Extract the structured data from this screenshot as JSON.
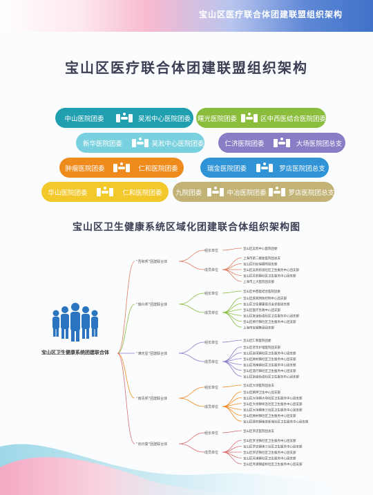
{
  "header": {
    "title": "宝山区医疗联合体团建联盟组织架构"
  },
  "main_title": "宝山区医疗联合体团建联盟组织架构",
  "alliances": [
    {
      "left": "中山医院团委",
      "right": "吴淞中心医院团委",
      "color": "#1f9fb0"
    },
    {
      "left": "曙光医院团委",
      "right": "区中西医结合医院团委",
      "color": "#8bbd3d"
    },
    {
      "left": "新华医院团委",
      "right": "吴淞中心医院团委",
      "color": "#79d0de"
    },
    {
      "left": "仁济医院团委",
      "right": "大场医院团总支",
      "color": "#8a7cc5"
    },
    {
      "left": "肿瘤医院团委",
      "right": "仁和医院团委",
      "color": "#ef8a1c"
    },
    {
      "left": "瑞金医院团委",
      "right": "罗店医院团总支",
      "color": "#2f93d6"
    },
    {
      "left": "华山医院团委",
      "right": "仁和医院团委",
      "color": "#f3c82a"
    },
    {
      "left": "九院团委",
      "middle": "中冶医院团委",
      "right": "罗店医院团总支",
      "color": "#c3b275"
    }
  ],
  "sub_title": "宝山区卫生健康系统区域化团建联合体组织架构图",
  "mindmap": {
    "root": "宝山区卫生健康系统团建联合体",
    "groups": [
      {
        "name": "“吾和邦”团建联合体",
        "lead_label": "组长单位",
        "lead": "宝山区吴淞中心医院团委",
        "member_label": "成员单位",
        "members": [
          "上海市第二康复医院团总支",
          "宝山区妇幼保健所团支部",
          "宝山区吴淞街道社区卫生服务中心团支部",
          "宝山区吴淞镇社区卫生服务中心团支部",
          "上海市上大医院团支部"
        ]
      },
      {
        "name": "“瑞众邦”团建联合体",
        "lead_label": "组长单位",
        "lead": "宝山区中西医结合医院团委",
        "member_label": "成员单位",
        "members": [
          "宝山区疾病预防控制中心团支部",
          "宝山区卫生健康委员会党委团支部",
          "宝山区医疗急救中心团支部",
          "宝山区友谊街道社区卫生服务中心团支部",
          "宝山区杨行镇社区卫生服务中心团支部",
          "上海市宝钢集团团支部"
        ]
      },
      {
        "name": "“满天星”团建联合体",
        "lead_label": "组长单位",
        "lead": "宝山区仁和医院团委",
        "member_label": "成员单位",
        "members": [
          "宝山区老年护理医院团支部",
          "宝山区高境镇社区卫生服务中心团支部",
          "宝山区顾村镇社区卫生服务中心团支部",
          "宝山区淞南镇社区卫生服务中心团支部",
          "宝山区庙行镇社区卫生服务中心团支部",
          "宝山区张庙街道社区卫生服务中心团支部"
        ]
      },
      {
        "name": "“南青邦”团建联合体",
        "lead_label": "组长单位",
        "lead": "宝山区大场医院团总支",
        "member_label": "成员单位",
        "members": [
          "宝山区精神卫生中心团支部",
          "宝山区大场镇大场社区卫生服务中心团支部",
          "宝山区大场镇祁连社区卫生服务中心团支部",
          "宝山区大场镇第三社区卫生服务中心团支部",
          "宝山区顾村镇社区卫生服务中心团支部",
          "宝山区顾村镇菊泉新城社区卫生服务中心团支部"
        ]
      },
      {
        "name": "“向日葵”团建联合体",
        "lead_label": "组长单位",
        "lead": "宝山区罗店医院团总支",
        "member_label": "成员单位",
        "members": [
          "宝山区罗泾镇社区卫生服务中心团支部",
          "宝山区罗店镇第三社区卫生服务中心团支部",
          "宝山区罗店镇社区卫生服务中心团支部",
          "宝山区月浦镇社区卫生服务中心团支部",
          "宝山区月浦镇盛桥社区卫生服务中心团支部"
        ]
      }
    ]
  }
}
